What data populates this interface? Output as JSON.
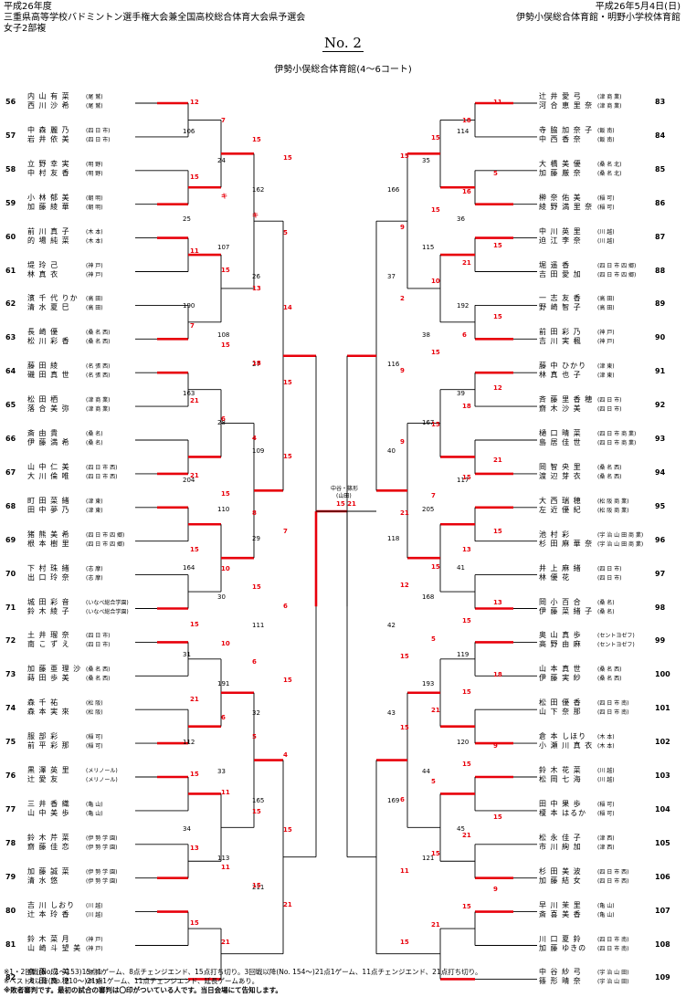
{
  "header": {
    "year": "平成26年度",
    "tournament": "三重県高等学校バドミントン選手権大会兼全国高校総合体育大会県予選会",
    "category": "女子2部複",
    "date": "平成26年5月4日(日)",
    "venue_top": "伊勢小俣総合体育館・明野小学校体育館",
    "page_no": "No. 2",
    "court": "伊勢小俣総合体育館(4〜6コート)"
  },
  "left_entries": [
    {
      "no": "56",
      "p1": "内 山 有 菜",
      "s1": "(尾 鷲)",
      "p2": "西 川 沙 希",
      "s2": "(尾 鷲)"
    },
    {
      "no": "57",
      "p1": "中 森 麗 乃",
      "s1": "(四 日 市)",
      "p2": "岩 井 依 美",
      "s2": "(四 日 市)"
    },
    {
      "no": "58",
      "p1": "立 野 幸 実",
      "s1": "(明 野)",
      "p2": "中 村 友 香",
      "s2": "(明 野)"
    },
    {
      "no": "59",
      "p1": "小 林 郁 美",
      "s1": "(朝 明)",
      "p2": "加 藤 綾 華",
      "s2": "(朝 明)"
    },
    {
      "no": "60",
      "p1": "前 川 真 子",
      "s1": "(木 本)",
      "p2": "的 場 純 菜",
      "s2": "(木 本)"
    },
    {
      "no": "61",
      "p1": "堤 玲 己",
      "s1": "(神 戸)",
      "p2": "林 真 衣",
      "s2": "(神 戸)"
    },
    {
      "no": "62",
      "p1": "濱 千 代 りか",
      "s1": "(高 田)",
      "p2": "清 水 夏 巳",
      "s2": "(高 田)"
    },
    {
      "no": "63",
      "p1": "長 崎 優",
      "s1": "(桑 名 西)",
      "p2": "松 川 彩 香",
      "s2": "(桑 名 西)"
    },
    {
      "no": "64",
      "p1": "藤 田 綾",
      "s1": "(名 張 西)",
      "p2": "磯 田 真 世",
      "s2": "(名 張 西)"
    },
    {
      "no": "65",
      "p1": "松 田 栖",
      "s1": "(津 商 業)",
      "p2": "落 合 美 弥",
      "s2": "(津 商 業)"
    },
    {
      "no": "66",
      "p1": "斎 由 貴",
      "s1": "(桑 名)",
      "p2": "伊 藤 満 希",
      "s2": "(桑 名)"
    },
    {
      "no": "67",
      "p1": "山 中 仁 美",
      "s1": "(四 日 市 西)",
      "p2": "大 川 倫 唯",
      "s2": "(四 日 市 西)"
    },
    {
      "no": "68",
      "p1": "町 田 菜 緒",
      "s1": "(津 東)",
      "p2": "田 中 夢 乃",
      "s2": "(津 東)"
    },
    {
      "no": "69",
      "p1": "猪 熊 美 希",
      "s1": "(四 日 市 四 郷)",
      "p2": "根 本 樹 里",
      "s2": "(四 日 市 四 郷)"
    },
    {
      "no": "70",
      "p1": "下 村 珠 緒",
      "s1": "(志 摩)",
      "p2": "出 口 玲 奈",
      "s2": "(志 摩)"
    },
    {
      "no": "71",
      "p1": "城 田 彩 音",
      "s1": "(いなべ総合学園)",
      "p2": "鈴 木 綾 子",
      "s2": "(いなべ総合学園)"
    },
    {
      "no": "72",
      "p1": "土 井 瑠 奈",
      "s1": "(四 日 市)",
      "p2": "南 こ ず え",
      "s2": "(四 日 市)"
    },
    {
      "no": "73",
      "p1": "加 藤 亜 理 沙",
      "s1": "(桑 名 西)",
      "p2": "蒔 田 歩 美",
      "s2": "(桑 名 西)"
    },
    {
      "no": "74",
      "p1": "森 千 祐",
      "s1": "(松 阪)",
      "p2": "森 本 実 來",
      "s2": "(松 阪)"
    },
    {
      "no": "75",
      "p1": "服 部 彩",
      "s1": "(稲 可)",
      "p2": "前 平 彩 那",
      "s2": "(稲 可)"
    },
    {
      "no": "76",
      "p1": "黒 澤 英 里",
      "s1": "(メリノール)",
      "p2": "辻 愛 友",
      "s2": "(メリノール)"
    },
    {
      "no": "77",
      "p1": "三 井 香 織",
      "s1": "(亀 山)",
      "p2": "山 中 美 歩",
      "s2": "(亀 山)"
    },
    {
      "no": "78",
      "p1": "鈴 木 芹 菜",
      "s1": "(伊 勢 学 園)",
      "p2": "齋 藤 佳 恋",
      "s2": "(伊 勢 学 園)"
    },
    {
      "no": "79",
      "p1": "加 藤 誠 菜",
      "s1": "(伊 勢 学 園)",
      "p2": "清 水 悠",
      "s2": "(伊 勢 学 園)"
    },
    {
      "no": "80",
      "p1": "吉 川 しおり",
      "s1": "(川 越)",
      "p2": "辻 本 玲 香",
      "s2": "(川 越)"
    },
    {
      "no": "81",
      "p1": "鈴 木 菜 月",
      "s1": "(神 戸)",
      "p2": "山 崎 斗 望 美",
      "s2": "(神 戸)"
    },
    {
      "no": "82",
      "p1": "齋 藤 成 美",
      "s1": "(伊 勢)",
      "p2": "大 田 真 穂",
      "s2": "(伊 勢)"
    }
  ],
  "right_entries": [
    {
      "no": "83",
      "p1": "辻 井 愛 弓",
      "s1": "(津 商 業)",
      "p2": "河 合 恵 里 奈",
      "s2": "(津 商 業)"
    },
    {
      "no": "84",
      "p1": "寺 脇 加 奈 子",
      "s1": "(飯 南)",
      "p2": "中 西 香 奈",
      "s2": "(飯 南)"
    },
    {
      "no": "85",
      "p1": "大 橋 美 優",
      "s1": "(桑 名 北)",
      "p2": "加 藤 厳 奈",
      "s2": "(桑 名 北)"
    },
    {
      "no": "86",
      "p1": "榊 奈 佑 美",
      "s1": "(稲 可)",
      "p2": "綾 野 満 里 奈",
      "s2": "(稲 可)"
    },
    {
      "no": "87",
      "p1": "中 川 英 里",
      "s1": "(川 越)",
      "p2": "迫 江 李 奈",
      "s2": "(川 越)"
    },
    {
      "no": "88",
      "p1": "堀 遥 香",
      "s1": "(四 日 市 四 郷)",
      "p2": "吉 田 愛 加",
      "s2": "(四 日 市 四 郷)"
    },
    {
      "no": "89",
      "p1": "一 志 友 香",
      "s1": "(高 田)",
      "p2": "野 崎 智 子",
      "s2": "(高 田)"
    },
    {
      "no": "90",
      "p1": "前 田 彩 乃",
      "s1": "(神 戸)",
      "p2": "吉 川 実 楓",
      "s2": "(神 戸)"
    },
    {
      "no": "91",
      "p1": "藤 中 ひかり",
      "s1": "(津 東)",
      "p2": "林 真 也 子",
      "s2": "(津 東)"
    },
    {
      "no": "92",
      "p1": "斉 藤 里 香 穂",
      "s1": "(四 日 市)",
      "p2": "齋 木 沙 美",
      "s2": "(四 日 市)"
    },
    {
      "no": "93",
      "p1": "樋 口 晴 菜",
      "s1": "(四 日 市 商 業)",
      "p2": "島 居 佳 世",
      "s2": "(四 日 市 商 業)"
    },
    {
      "no": "94",
      "p1": "岡 智 央 里",
      "s1": "(桑 名 西)",
      "p2": "渡 辺 芽 衣",
      "s2": "(桑 名 西)"
    },
    {
      "no": "95",
      "p1": "大 西 瑞 穂",
      "s1": "(松 阪 商 業)",
      "p2": "左 近 優 紀",
      "s2": "(松 阪 商 業)"
    },
    {
      "no": "96",
      "p1": "池 村 彩",
      "s1": "(宇 治 山 田 商 業)",
      "p2": "杉 田 麻 華 奈",
      "s2": "(宇 治 山 田 商 業)"
    },
    {
      "no": "97",
      "p1": "井 上 麻 緒",
      "s1": "(四 日 市)",
      "p2": "林 優 花",
      "s2": "(四 日 市)"
    },
    {
      "no": "98",
      "p1": "岡 小 百 合",
      "s1": "(桑 名)",
      "p2": "伊 藤 菜 緒 子",
      "s2": "(桑 名)"
    },
    {
      "no": "99",
      "p1": "奥 山 真 歩",
      "s1": "(セントヨゼフ)",
      "p2": "高 野 由 麻",
      "s2": "(セントヨゼフ)"
    },
    {
      "no": "100",
      "p1": "山 本 真 世",
      "s1": "(桑 名 西)",
      "p2": "伊 藤 実 紗",
      "s2": "(桑 名 西)"
    },
    {
      "no": "101",
      "p1": "松 田 優 香",
      "s1": "(四 日 市 南)",
      "p2": "山 下 奈 那",
      "s2": "(四 日 市 南)"
    },
    {
      "no": "102",
      "p1": "倉 本 しほり",
      "s1": "(木 本)",
      "p2": "小 瀬 川 真 衣",
      "s2": "(木 本)"
    },
    {
      "no": "103",
      "p1": "鈴 木 花 菜",
      "s1": "(川 越)",
      "p2": "松 岡 七 海",
      "s2": "(川 越)"
    },
    {
      "no": "104",
      "p1": "田 中 果 歩",
      "s1": "(稲 可)",
      "p2": "榎 本 はるか",
      "s2": "(稲 可)"
    },
    {
      "no": "105",
      "p1": "松 永 佳 子",
      "s1": "(津 西)",
      "p2": "市 川 絢 加",
      "s2": "(津 西)"
    },
    {
      "no": "106",
      "p1": "杉 田 美 波",
      "s1": "(四 日 市 西)",
      "p2": "加 藤 結 女",
      "s2": "(四 日 市 西)"
    },
    {
      "no": "107",
      "p1": "早 川 茉 里",
      "s1": "(亀 山)",
      "p2": "斎 喜 美 香",
      "s2": "(亀 山)"
    },
    {
      "no": "108",
      "p1": "川 口 夏 鈴",
      "s1": "(四 日 市 南)",
      "p2": "加 藤 ゆきの",
      "s2": "(四 日 市 南)"
    },
    {
      "no": "109",
      "p1": "中 谷 紗 弓",
      "s1": "(宇 治 山 田)",
      "p2": "篠 形 晴 奈",
      "s2": "(宇 治 山 田)"
    }
  ],
  "match_numbers": [
    "106",
    "24",
    "162",
    "25",
    "107",
    "26",
    "190",
    "108",
    "27",
    "163",
    "28",
    "109",
    "204",
    "110",
    "29",
    "164",
    "30",
    "111",
    "31",
    "191",
    "32",
    "112",
    "33",
    "165",
    "34",
    "113",
    "211",
    "114",
    "35",
    "166",
    "36",
    "115",
    "37",
    "192",
    "38",
    "116",
    "39",
    "167",
    "40",
    "117",
    "205",
    "118",
    "41",
    "168",
    "42",
    "119",
    "193",
    "43",
    "120",
    "44",
    "169",
    "45",
    "121"
  ],
  "scores_left": [
    "12",
    "7",
    "15",
    "15",
    "15",
    "キ",
    "キ",
    "5",
    "11",
    "15",
    "13",
    "14",
    "7",
    "15",
    "18",
    "15",
    "21",
    "6",
    "4",
    "15",
    "21",
    "15",
    "8",
    "7",
    "15",
    "10",
    "15",
    "6",
    "15",
    "10",
    "6",
    "15",
    "21",
    "6",
    "5",
    "4",
    "15",
    "11",
    "15",
    "15",
    "13",
    "11",
    "15",
    "21",
    "15",
    "21"
  ],
  "scores_right": [
    "11",
    "18",
    "15",
    "15",
    "5",
    "16",
    "15",
    "9",
    "15",
    "21",
    "10",
    "2",
    "15",
    "6",
    "15",
    "9",
    "12",
    "18",
    "15",
    "9",
    "21",
    "15",
    "7",
    "21",
    "15",
    "13",
    "15",
    "12",
    "13",
    "15",
    "5",
    "15",
    "18",
    "15",
    "21",
    "15",
    "9",
    "15",
    "5",
    "6",
    "15",
    "21",
    "15",
    "11",
    "9",
    "15",
    "21",
    "15"
  ],
  "final": {
    "label": "中谷・篠形",
    "school": "(山田)",
    "score": "15 21"
  },
  "notes": [
    "※1・2回戦(No. 1〜153)15点1ゲーム、8点チェンジエンド、15点打ち切り。3回戦以降(No. 154〜)21点1ゲーム、11点チェンジエンド、21点打ち切り。",
    "※ベスト8以降(No. 210〜)21点1ゲーム、11点チェンジエンド、延長ゲームあり。",
    "※敗者審判です。最初の試合の審判は〇印がついている人です。当日会場にて告知します。"
  ]
}
